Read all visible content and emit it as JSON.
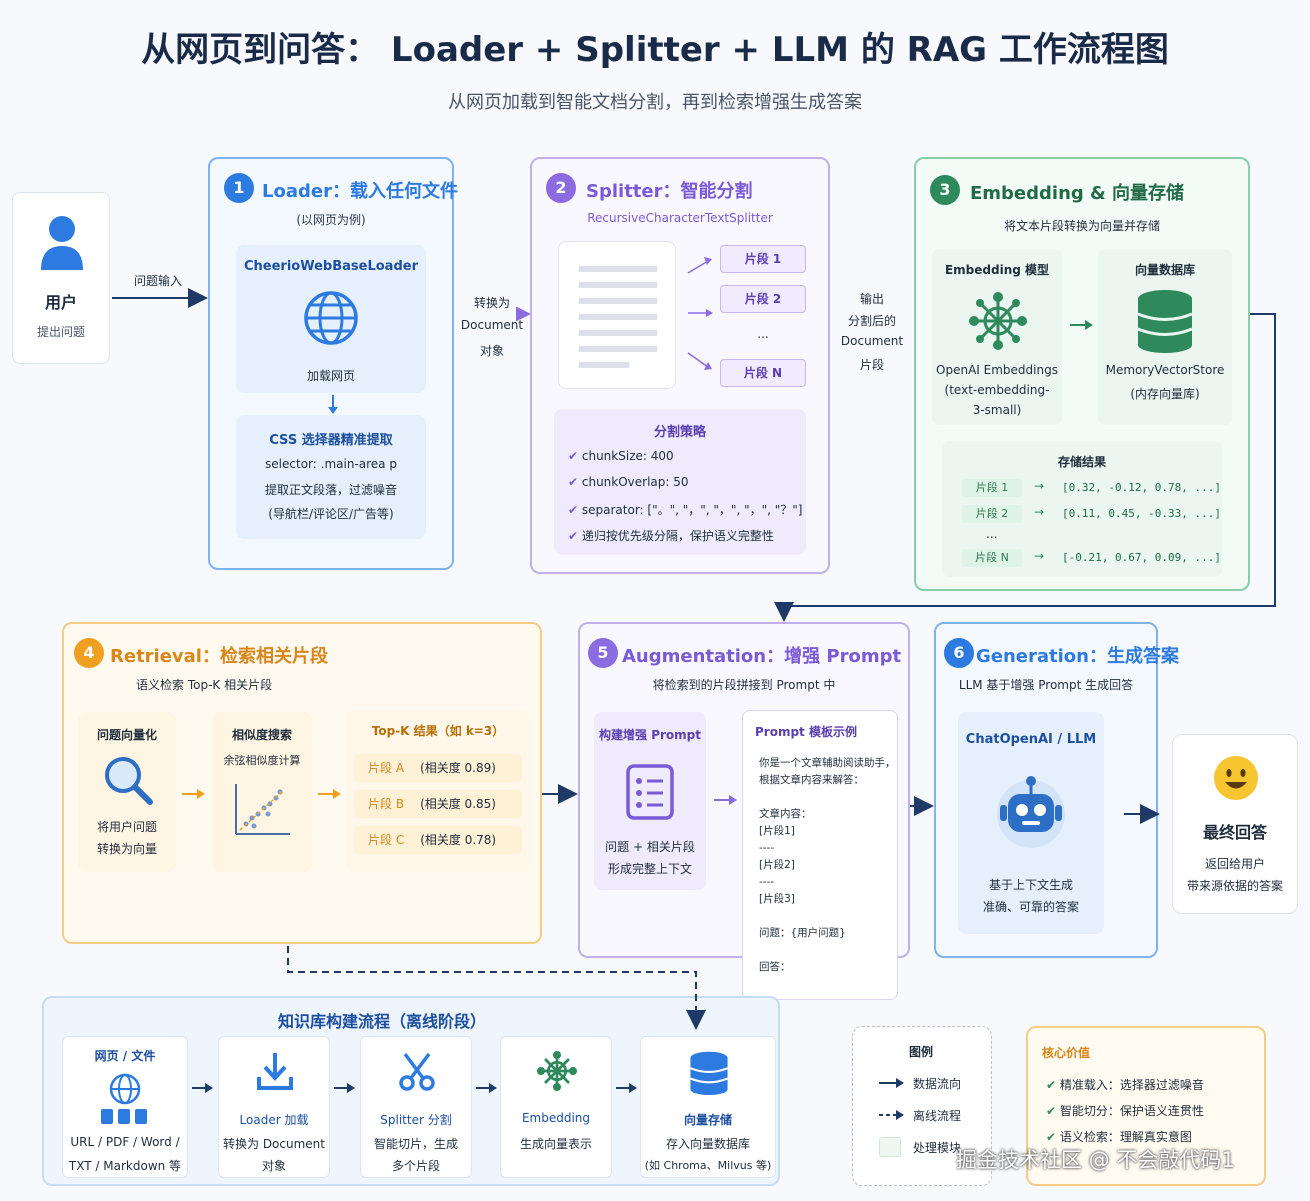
{
  "title": "从网页到问答： Loader + Splitter + LLM 的 RAG 工作流程图",
  "subtitle": "从网页加载到智能文档分割，再到检索增强生成答案",
  "user": {
    "label": "用户",
    "sub": "提出问题",
    "arrow": "问题输入"
  },
  "loader": {
    "num": "1",
    "title": "Loader：载入任何文件",
    "sub": "(以网页为例)",
    "box_title": "CheerioWebBaseLoader",
    "box_label": "加载网页",
    "css_title": "CSS 选择器精准提取",
    "css_l1": "selector: .main-area p",
    "css_l2": "提取正文段落，过滤噪音",
    "css_l3": "(导航栏/评论区/广告等)"
  },
  "convert": {
    "l1": "转换为",
    "l2": "Document",
    "l3": "对象"
  },
  "splitter": {
    "num": "2",
    "title": "Splitter：智能分割",
    "sub": "RecursiveCharacterTextSplitter",
    "chunks": [
      "片段 1",
      "片段 2",
      "...",
      "片段 N"
    ],
    "strategy_title": "分割策略",
    "strategy": [
      "chunkSize: 400",
      "chunkOverlap: 50",
      "separator: [\"。\", \"，\", \"，\", \"，\", \"？\"]",
      "递归按优先级分隔，保护语义完整性"
    ]
  },
  "output": {
    "l1": "输出",
    "l2": "分割后的",
    "l3": "Document",
    "l4": "片段"
  },
  "embedding": {
    "num": "3",
    "title": "Embedding & 向量存储",
    "sub": "将文本片段转换为向量并存储",
    "model_title": "Embedding 模型",
    "model_l1": "OpenAI Embeddings",
    "model_l2": "(text-embedding-",
    "model_l3": "3-small)",
    "db_title": "向量数据库",
    "db_l1": "MemoryVectorStore",
    "db_l2": "(内存向量库)",
    "result_title": "存储结果",
    "results": [
      {
        "tag": "片段 1",
        "vec": "[0.32, -0.12, 0.78, ...]"
      },
      {
        "tag": "片段 2",
        "vec": "[0.11, 0.45, -0.33, ...]"
      },
      {
        "tag": "片段 N",
        "vec": "[-0.21, 0.67, 0.09, ...]"
      }
    ],
    "dots": "..."
  },
  "retrieval": {
    "num": "4",
    "title": "Retrieval：检索相关片段",
    "sub": "语义检索 Top-K 相关片段",
    "q_title": "问题向量化",
    "q_l1": "将用户问题",
    "q_l2": "转换为向量",
    "s_title": "相似度搜索",
    "s_l1": "余弦相似度计算",
    "topk_title": "Top-K 结果（如 k=3）",
    "topk": [
      {
        "name": "片段 A",
        "score": "(相关度 0.89)"
      },
      {
        "name": "片段 B",
        "score": "(相关度 0.85)"
      },
      {
        "name": "片段 C",
        "score": "(相关度 0.78)"
      }
    ]
  },
  "augmentation": {
    "num": "5",
    "title": "Augmentation：增强 Prompt",
    "sub": "将检索到的片段拼接到 Prompt 中",
    "build_title": "构建增强 Prompt",
    "build_l1": "问题 + 相关片段",
    "build_l2": "形成完整上下文",
    "ex_title": "Prompt 模板示例",
    "ex_lines": [
      "你是一个文章辅助阅读助手，",
      "根据文章内容来解答：",
      "",
      "文章内容：",
      "[片段1]",
      "----",
      "[片段2]",
      "----",
      "[片段3]",
      "",
      "问题：{用户问题}",
      "",
      "回答："
    ]
  },
  "generation": {
    "num": "6",
    "title": "Generation：生成答案",
    "sub": "LLM 基于增强 Prompt 生成回答",
    "box_title": "ChatOpenAI / LLM",
    "l1": "基于上下文生成",
    "l2": "准确、可靠的答案"
  },
  "final": {
    "title": "最终回答",
    "l1": "返回给用户",
    "l2": "带来源依据的答案"
  },
  "kb": {
    "title": "知识库构建流程（离线阶段）",
    "steps": [
      {
        "t": "网页 / 文件",
        "l1": "URL / PDF / Word /",
        "l2": "TXT / Markdown 等"
      },
      {
        "t": "Loader 加载",
        "l1": "转换为 Document",
        "l2": "对象"
      },
      {
        "t": "Splitter 分割",
        "l1": "智能切片，生成",
        "l2": "多个片段"
      },
      {
        "t": "Embedding",
        "l1": "生成向量表示",
        "l2": ""
      },
      {
        "t": "向量存储",
        "l1": "存入向量数据库",
        "l2": "(如 Chroma、Milvus 等)"
      }
    ]
  },
  "legend": {
    "title": "图例",
    "items": [
      "数据流向",
      "离线流程",
      "处理模块"
    ]
  },
  "value": {
    "title": "核心价值",
    "items": [
      "精准载入：选择器过滤噪音",
      "智能切分：保护语义连贯性",
      "语义检索：理解真实意图"
    ]
  },
  "watermark": "掘金技术社区 @ 不会敲代码1",
  "colors": {
    "blue": "#2d7be0",
    "purple": "#7b5ad6",
    "green": "#2e8a5c",
    "orange": "#e89a1a"
  }
}
